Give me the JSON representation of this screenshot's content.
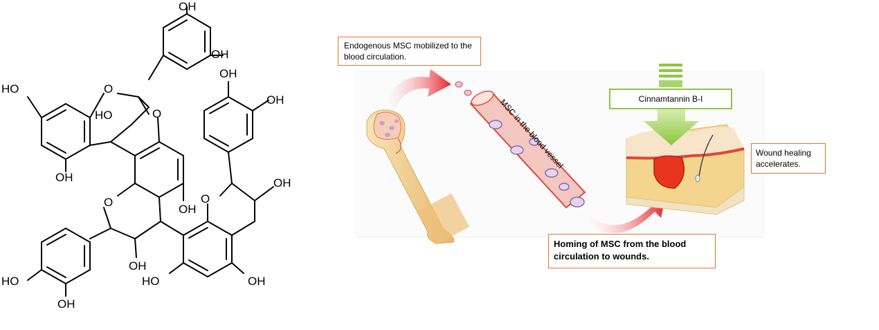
{
  "molecule": {
    "labels": [
      "OH",
      "OH",
      "HO",
      "HO",
      "OH",
      "OH",
      "OH",
      "OH",
      "OH",
      "OH",
      "HO",
      "OH",
      "HO",
      "OH"
    ],
    "ring_oxygens": [
      "O",
      "O",
      "O",
      "O"
    ]
  },
  "captions": {
    "mobilization": "Endogenous MSC mobilized to the blood circulation.",
    "vessel_label": "MSC in the blood vessel",
    "compound": "Cinnamtannin B-I",
    "healing": "Wound healing accelerates.",
    "homing": "Homing of MSC from the blood circulation to wounds."
  },
  "colors": {
    "caption_border": "#e8732a",
    "compound_border": "#8dc63f",
    "arrow_red": "#e8202a",
    "arrow_green": "#8dc63f",
    "vessel": "#f4c7c0",
    "bone": "#f2d199",
    "skin": "#f3d58e"
  }
}
